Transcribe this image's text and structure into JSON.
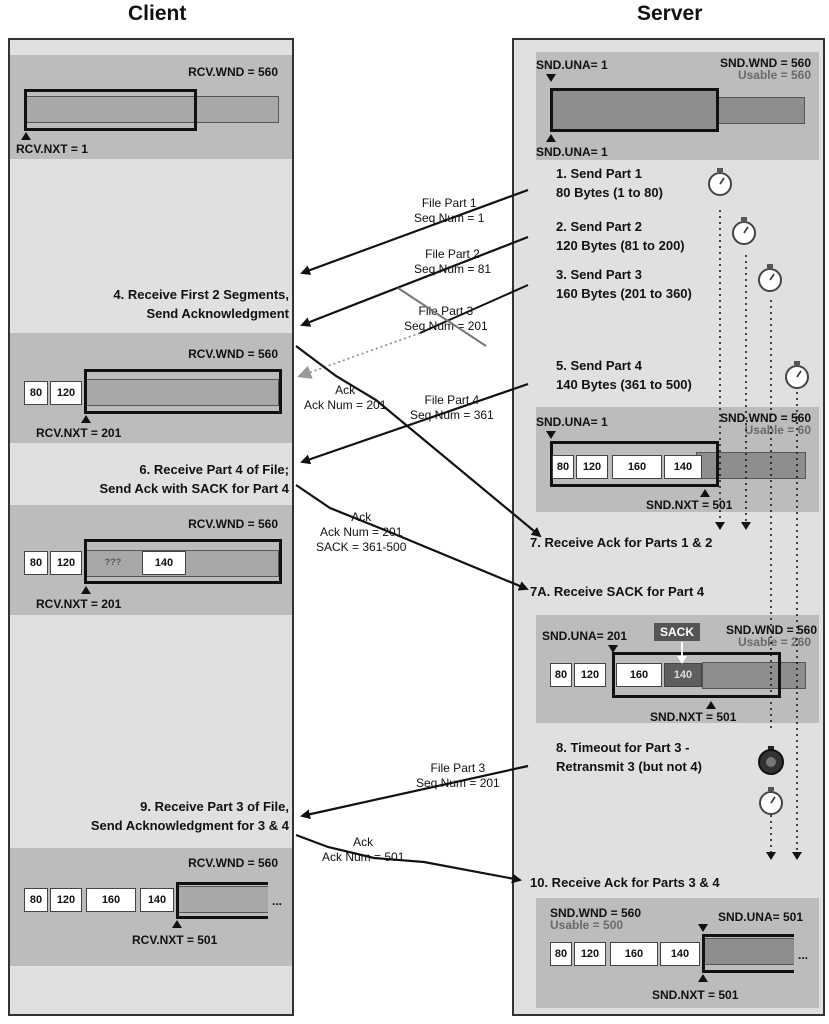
{
  "headers": {
    "client": "Client",
    "server": "Server"
  },
  "client": {
    "panel1": {
      "wnd": "RCV.WND = 560",
      "nxt": "RCV.NXT = 1"
    },
    "step4": "4. Receive First 2 Segments,\nSend Acknowledgment",
    "panel2": {
      "wnd": "RCV.WND = 560",
      "nxt": "RCV.NXT = 201",
      "cells": [
        "80",
        "120"
      ]
    },
    "step6": "6. Receive Part 4 of File;\nSend Ack with SACK for Part 4",
    "panel3": {
      "wnd": "RCV.WND = 560",
      "nxt": "RCV.NXT = 201",
      "cells": [
        "80",
        "120",
        "???",
        "140"
      ]
    },
    "step9": "9. Receive Part 3 of File,\nSend Acknowledgment for 3 & 4",
    "panel4": {
      "wnd": "RCV.WND = 560",
      "nxt": "RCV.NXT = 501",
      "cells": [
        "80",
        "120",
        "160",
        "140"
      ],
      "ellipsis": "..."
    }
  },
  "server": {
    "panel1": {
      "una_top": "SND.UNA= 1",
      "wnd": "SND.WND = 560",
      "usable": "Usable = 560",
      "una_bottom": "SND.UNA= 1"
    },
    "step1": "1. Send Part 1\n80 Bytes (1 to 80)",
    "step2": "2. Send Part 2\n120 Bytes (81 to 200)",
    "step3": "3. Send Part 3\n160 Bytes (201 to 360)",
    "step5": "5. Send Part 4\n140 Bytes (361 to 500)",
    "panel2": {
      "una": "SND.UNA= 1",
      "wnd": "SND.WND = 560",
      "usable": "Usable = 60",
      "nxt": "SND.NXT = 501",
      "cells": [
        "80",
        "120",
        "160",
        "140"
      ]
    },
    "step7": "7. Receive Ack for Parts 1 & 2",
    "step7a": "7A. Receive SACK for Part 4",
    "panel3": {
      "una": "SND.UNA= 201",
      "sack": "SACK",
      "wnd": "SND.WND = 560",
      "usable": "Usable = 260",
      "nxt": "SND.NXT = 501",
      "cells": [
        "80",
        "120",
        "160",
        "140"
      ]
    },
    "step8": "8. Timeout for Part 3 -\nRetransmit 3 (but not 4)",
    "step10": "10. Receive Ack for Parts 3 & 4",
    "panel4": {
      "wnd": "SND.WND = 560",
      "usable": "Usable = 500",
      "una": "SND.UNA= 501",
      "nxt": "SND.NXT = 501",
      "cells": [
        "80",
        "120",
        "160",
        "140"
      ],
      "ellipsis": "..."
    }
  },
  "messages": {
    "part1": "File Part 1\nSeq Num = 1",
    "part2": "File Part 2\nSeq Num = 81",
    "part3": "File Part 3\nSeq Num = 201",
    "ack201": "Ack\nAck Num = 201",
    "part4": "File Part 4\nSeq Num = 361",
    "ack_sack": "Ack\nAck Num = 201\nSACK = 361-500",
    "part3_retx": "File Part 3\nSeq Num = 201",
    "ack501": "Ack\nAck Num = 501"
  }
}
